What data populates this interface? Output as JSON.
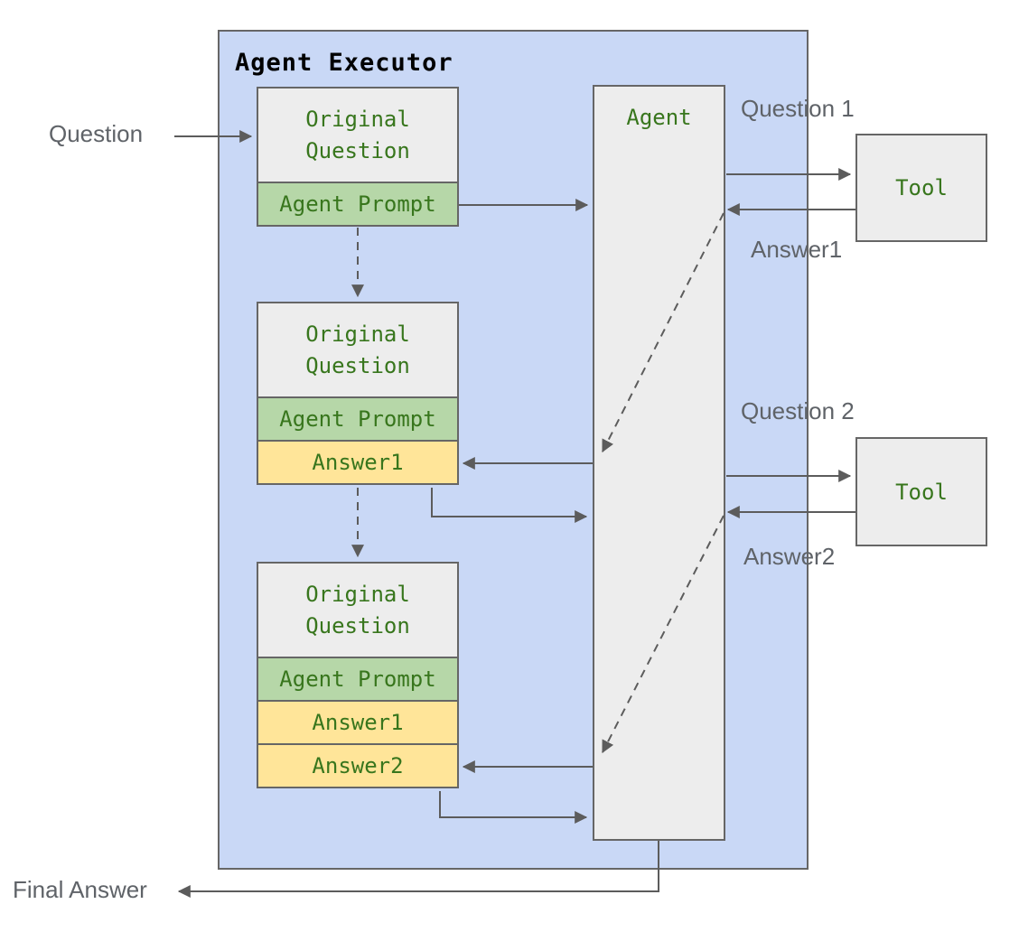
{
  "title": "Agent Executor",
  "agent": {
    "label": "Agent"
  },
  "tools": [
    {
      "label": "Tool"
    },
    {
      "label": "Tool"
    }
  ],
  "stacks": [
    {
      "question": "Original Question",
      "prompt": "Agent Prompt",
      "answers": []
    },
    {
      "question": "Original Question",
      "prompt": "Agent Prompt",
      "answers": [
        "Answer1"
      ]
    },
    {
      "question": "Original Question",
      "prompt": "Agent Prompt",
      "answers": [
        "Answer1",
        "Answer2"
      ]
    }
  ],
  "labels": {
    "question_in": "Question",
    "question1": "Question 1",
    "answer1": "Answer1",
    "question2": "Question 2",
    "answer2": "Answer2",
    "final_answer": "Final Answer"
  },
  "colors": {
    "container_fill": "#c9d8f6",
    "box_fill": "#ededed",
    "prompt_fill": "#b6d7a8",
    "answer_fill": "#ffe599",
    "border": "#666666",
    "arrow": "#5c5c5c",
    "box_text": "#38761d",
    "label_text": "#5f6368",
    "title_text": "#000000"
  }
}
